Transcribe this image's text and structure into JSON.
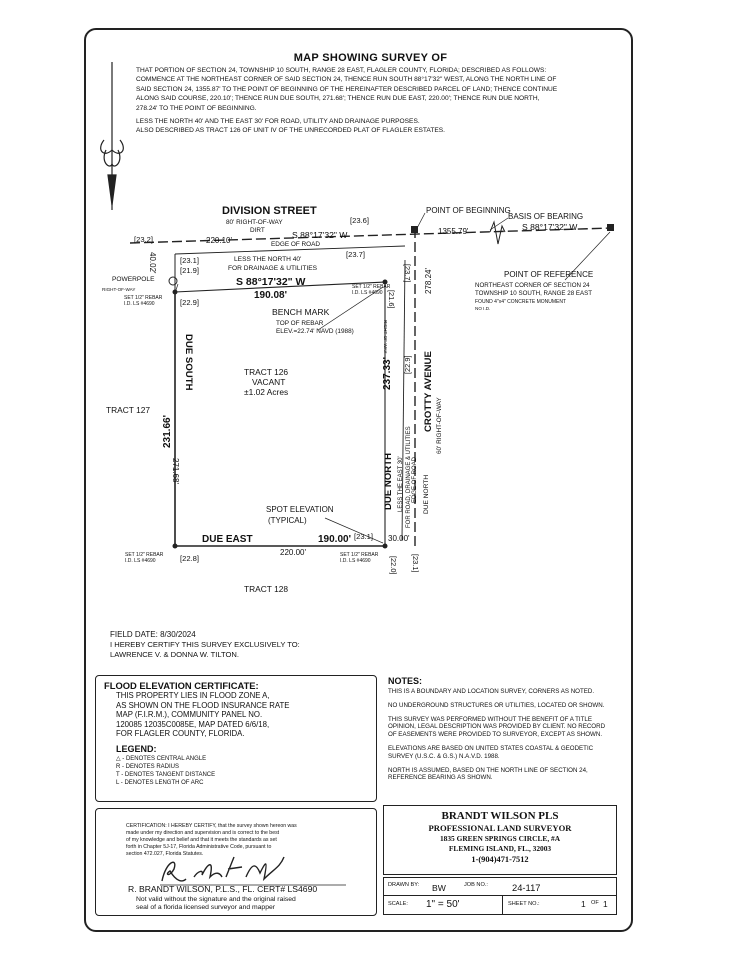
{
  "title": "MAP SHOWING SURVEY OF",
  "description_lines": [
    "THAT PORTION OF SECTION 24, TOWNSHIP 10 SOUTH, RANGE 28 EAST, FLAGLER COUNTY, FLORIDA; DESCRIBED AS FOLLOWS:",
    "COMMENCE AT THE NORTHEAST CORNER OF SAID SECTION 24, THENCE RUN SOUTH 88°17'32\" WEST, ALONG THE NORTH LINE OF",
    "SAID SECTION 24, 1355.87' TO THE POINT OF BEGINNING OF THE HEREINAFTER DESCRIBED PARCEL OF LAND; THENCE CONTINUE",
    "ALONG SAID COURSE, 220.10'; THENCE RUN DUE SOUTH, 271.68'; THENCE RUN DUE EAST, 220.00'; THENCE RUN DUE NORTH,",
    "278.24' TO THE POINT OF BEGINNING."
  ],
  "less_lines": [
    "LESS THE NORTH 40' AND THE EAST 30' FOR ROAD, UTILITY AND DRAINAGE PURPOSES.",
    "ALSO DESCRIBED AS TRACT 126 OF UNIT IV OF THE UNRECORDED PLAT OF FLAGLER ESTATES."
  ],
  "map": {
    "division_street": "DIVISION STREET",
    "division_row": "80' RIGHT-OF-WAY",
    "dirt": "DIRT",
    "point_of_beginning": "POINT OF BEGINNING",
    "basis_of_bearing": "BASIS OF BEARING",
    "bearing_north": "S 88°17'32\" W",
    "dist_220_10": "220.10'",
    "dist_1355_79": "1355.79'",
    "dist_23_2": "[23.2]",
    "dist_23_6": "[23.6]",
    "edge_of_road": "EDGE OF ROAD",
    "dist_23_1_top": "[23.1]",
    "dist_21_9": "[21.9]",
    "dist_23_7": "[23.7]",
    "dist_40_02": "40.02'",
    "less_north_1": "LESS THE NORTH 40'",
    "less_north_2": "FOR DRAINAGE & UTILITIES",
    "powerpole": "POWERPOLE",
    "row_small": "RIGHT-OF-WAY",
    "bearing_lot": "S 88°17'32\" W",
    "dist_190_08": "190.08'",
    "rebar_nw_1": "SET 1/2\" REBAR",
    "rebar_nw_2": "I.D. LS #4690",
    "dist_22_9_nw": "[22.9]",
    "rebar_ne_1": "SET 1/2\" REBAR",
    "rebar_ne_2": "I.D. LS #4690",
    "dist_23_7_v": "[23.7]",
    "dist_21_6_v": "[21.6]",
    "row_v": "RIGHT-OF-WAY",
    "dist_278_24": "278.24'",
    "point_of_reference": "POINT OF REFERENCE",
    "ref_1": "NORTHEAST CORNER OF SECTION 24",
    "ref_2": "TOWNSHIP 10 SOUTH, RANGE 28 EAST",
    "ref_3": "FOUND 4\"x4\" CONCRETE MONUMENT",
    "ref_4": "NO I.D.",
    "bench_mark": "BENCH MARK",
    "top_of_rebar": "TOP OF REBAR",
    "elev": "ELEV.=22.74' NAVD (1988)",
    "tract_126": "TRACT 126",
    "vacant": "VACANT",
    "acres": "±1.02 Acres",
    "tract_127": "TRACT 127",
    "due_south": "DUE SOUTH",
    "dist_231_66": "231.66'",
    "dist_271_68": "271.68'",
    "dist_237_33": "237.33'",
    "due_north_lot": "DUE NORTH",
    "dist_22_9_v": "[22.9]",
    "crotty_avenue": "CROTTY AVENUE",
    "crotty_row": "60' RIGHT-OF-WAY",
    "less_east_1": "LESS THE EAST 30'",
    "less_east_2": "FOR ROAD, DRAINAGE & UTILITIES",
    "edge_of_road_v": "EDGE OF ROAD",
    "due_north_v": "DUE NORTH",
    "spot_elevation": "SPOT ELEVATION",
    "typical": "(TYPICAL)",
    "dist_23_1_se": "[23.1]",
    "dist_30_00": "30.00'",
    "due_east": "DUE EAST",
    "dist_190_00": "190.00'",
    "dist_220_00": "220.00'",
    "rebar_sw_1": "SET 1/2\" REBAR",
    "rebar_sw_2": "I.D. LS #4690",
    "dist_22_8": "[22.8]",
    "rebar_se_1": "SET 1/2\" REBAR",
    "rebar_se_2": "I.D. LS #4690",
    "dist_22_0": "[22.0]",
    "dist_23_1_v": "[23.1]",
    "tract_128": "TRACT 128"
  },
  "field_date": "FIELD DATE: 8/30/2024",
  "certify_1": "I HEREBY CERTIFY THIS SURVEY EXCLUSIVELY TO:",
  "certify_2": "LAWRENCE V. & DONNA W. TILTON.",
  "flood": {
    "heading": "FLOOD ELEVATION CERTIFICATE:",
    "lines": [
      "THIS PROPERTY LIES IN FLOOD ZONE A,",
      "AS SHOWN ON THE FLOOD INSURANCE RATE",
      "MAP (F.I.R.M.), COMMUNITY PANEL NO.",
      "120085 12035C0085E, MAP DATED 6/6/18,",
      "FOR FLAGLER COUNTY, FLORIDA."
    ]
  },
  "legend": {
    "heading": "LEGEND:",
    "items": [
      "△ - DENOTES CENTRAL ANGLE",
      "R - DENOTES RADIUS",
      "T - DENOTES TANGENT DISTANCE",
      "L - DENOTES LENGTH OF ARC"
    ]
  },
  "notes": {
    "heading": "NOTES:",
    "items": [
      [
        "THIS IS A BOUNDARY AND LOCATION SURVEY, CORNERS AS NOTED."
      ],
      [
        "NO UNDERGROUND STRUCTURES OR UTILITIES, LOCATED OR SHOWN."
      ],
      [
        "THIS SURVEY WAS PERFORMED WITHOUT THE BENEFIT OF A TITLE",
        "OPINION, LEGAL DESCRIPTION WAS PROVIDED BY CLIENT. NO RECORD",
        "OF EASEMENTS WERE PROVIDED TO SURVEYOR, EXCEPT AS SHOWN."
      ],
      [
        "ELEVATIONS ARE BASED ON UNITED STATES COASTAL & GEODETIC",
        "SURVEY (U.S.C. & G.S.) N.A.V.D. 1988."
      ],
      [
        "NORTH IS ASSUMED, BASED ON THE NORTH LINE OF SECTION 24,",
        "REFERENCE BEARING AS SHOWN."
      ]
    ]
  },
  "certification": {
    "lines": [
      "CERTIFICATION: I HEREBY CERTIFY, that the survey shown hereon was",
      "made under my direction and supervision and is correct to the best",
      "of my knowledge and belief and that it meets the standards as set",
      "forth in Chapter 5J-17, Florida Administrative Code, pursuant to",
      "section 472.027, Florida Statutes."
    ],
    "signature": "R. Brandt Wilson",
    "name": "R. BRANDT WILSON, P.L.S., FL. CERT# LS4690",
    "not_valid_1": "Not valid without the signature and the original raised",
    "not_valid_2": "seal of a florida licensed surveyor and mapper"
  },
  "firm": {
    "name": "BRANDT WILSON PLS",
    "subtitle": "PROFESSIONAL LAND SURVEYOR",
    "address1": "1835 GREEN SPRINGS CIRCLE, #A",
    "address2": "FLEMING ISLAND, FL., 32003",
    "phone": "1-(904)471-7512"
  },
  "titleblock": {
    "drawn_by_label": "DRAWN BY:",
    "drawn_by": "BW",
    "job_no_label": "JOB NO.:",
    "job_no": "24-117",
    "scale_label": "SCALE:",
    "scale": "1\" = 50'",
    "sheet_no_label": "SHEET NO.:",
    "sheet_no": "1",
    "of_label": "OF",
    "sheet_total": "1"
  }
}
